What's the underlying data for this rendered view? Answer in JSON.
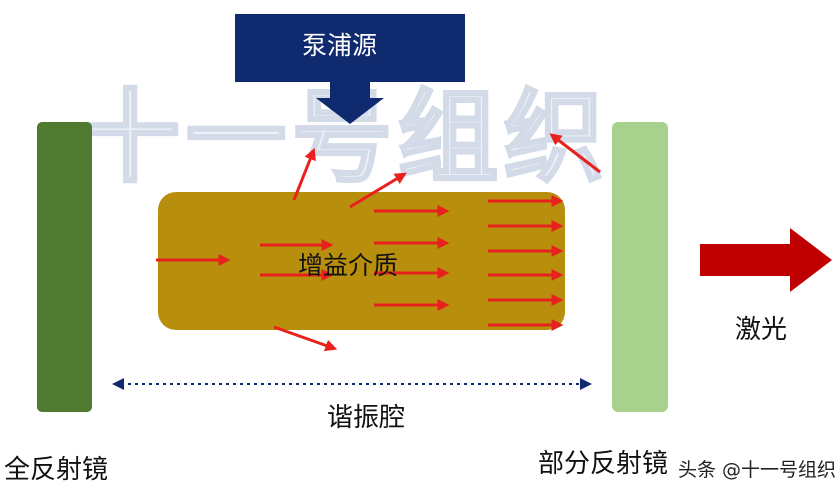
{
  "pump": {
    "label": "泵浦源",
    "color": "#0f2a6e"
  },
  "gain_medium": {
    "label": "增益介质",
    "color": "#b88f0c"
  },
  "mirrors": {
    "full": {
      "label": "全反射镜",
      "color": "#4f7a2f"
    },
    "partial": {
      "label": "部分反射镜",
      "color": "#a9d18e"
    }
  },
  "output": {
    "label": "激光",
    "color": "#c00000"
  },
  "cavity": {
    "label": "谐振腔"
  },
  "ray_color": "#e8201e",
  "watermark": {
    "big": "十一号组织",
    "small": "头条 @十一号组织"
  }
}
